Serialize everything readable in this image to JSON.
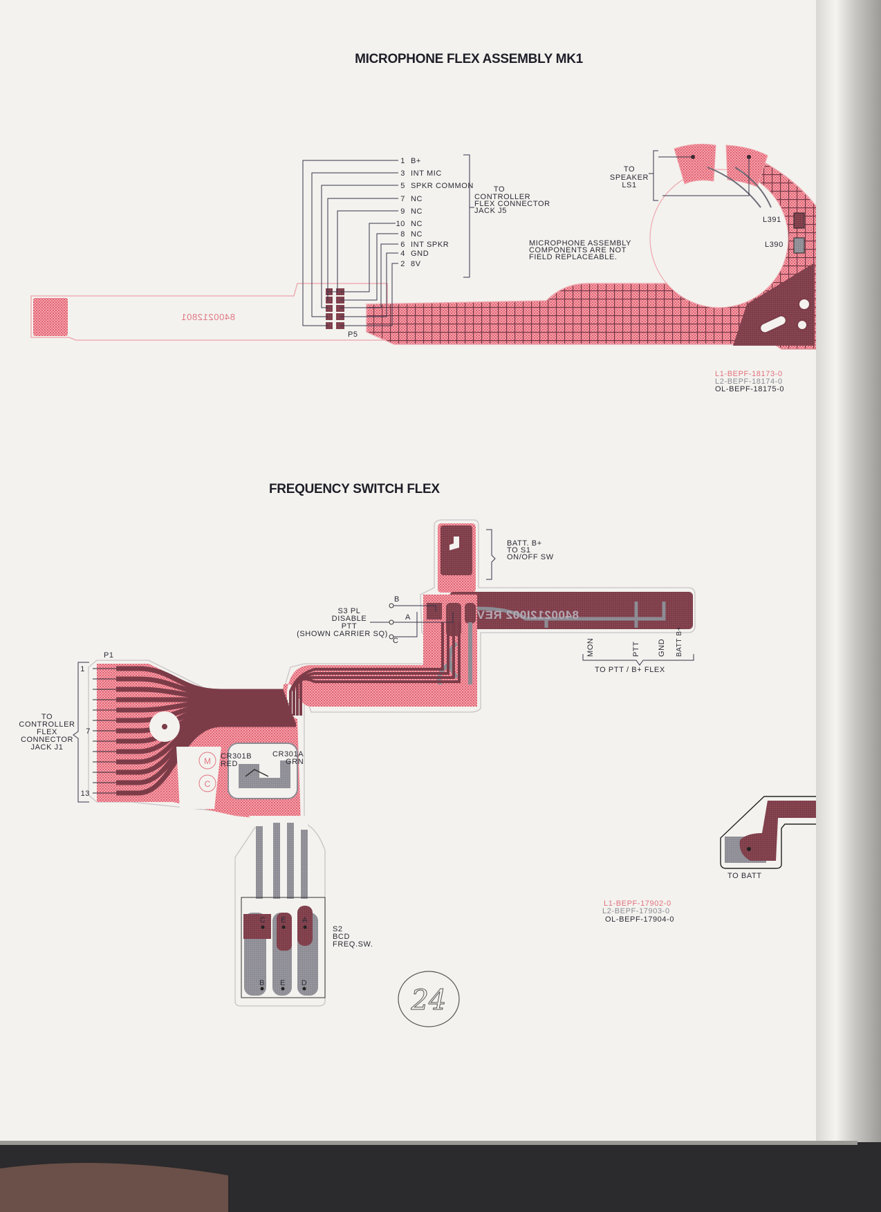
{
  "mic_flex": {
    "title": "MICROPHONE FLEX ASSEMBLY MK1",
    "pins": [
      {
        "num": "1",
        "label": "B+"
      },
      {
        "num": "3",
        "label": "INT MIC"
      },
      {
        "num": "5",
        "label": "SPKR COMMON"
      },
      {
        "num": "7",
        "label": "NC"
      },
      {
        "num": "9",
        "label": "NC"
      },
      {
        "num": "10",
        "label": "NC"
      },
      {
        "num": "8",
        "label": "NC"
      },
      {
        "num": "6",
        "label": "INT SPKR"
      },
      {
        "num": "4",
        "label": "GND"
      },
      {
        "num": "2",
        "label": "8V"
      }
    ],
    "connector_note": [
      "TO",
      "CONTROLLER",
      "FLEX CONNECTOR",
      "JACK  J5"
    ],
    "connector_ref": "P5",
    "board_number": "8400212801",
    "speaker_note": [
      "TO",
      "SPEAKER",
      "LS1"
    ],
    "components_note": [
      "MICROPHONE ASSEMBLY",
      "COMPONENTS ARE NOT",
      "FIELD REPLACEABLE."
    ],
    "inductors": [
      "L391",
      "L390"
    ],
    "part_numbers": [
      "L1-BEPF-18173-0",
      "L2-BEPF-18174-0",
      "OL-BEPF-18175-0"
    ]
  },
  "freq_flex": {
    "title": "FREQUENCY SWITCH FLEX",
    "batt_note": [
      "BATT. B+",
      "TO S1",
      "ON/OFF SW"
    ],
    "s3_note": [
      "S3  PL",
      "DISABLE",
      "PTT",
      "(SHOWN CARRIER SQ)"
    ],
    "s3_contacts": [
      "B",
      "A",
      "C"
    ],
    "board_number": "8400212I002 REV",
    "ptt_flex_pins": [
      "MON",
      "PTT",
      "GND",
      "BATT B+"
    ],
    "ptt_flex_label": "TO PTT / B+ FLEX",
    "connector_ref": "P1",
    "connector_pins": [
      "1",
      "7",
      "13"
    ],
    "connector_note": [
      "TO",
      "CONTROLLER",
      "FLEX",
      "CONNECTOR",
      "JACK J1"
    ],
    "led_labels": [
      [
        "CR301B",
        "RED"
      ],
      [
        "CR301A",
        "GRN"
      ]
    ],
    "switch_contacts_top": [
      "C",
      "E",
      "A"
    ],
    "switch_contacts_bottom": [
      "B",
      "E",
      "D"
    ],
    "switch_note": [
      "S2",
      "BCD",
      "FREQ.SW."
    ],
    "batt_label": "TO BATT",
    "part_numbers": [
      "L1-BEPF-17902-0",
      "L2-BEPF-17903-0",
      "OL-BEPF-17904-0"
    ]
  },
  "page_number": "24",
  "colors": {
    "paper": "#f3f2ee",
    "copper_red": "#ef8f9c",
    "trace_dark": "#7b3c48",
    "trace_gray": "#8d8c94"
  }
}
